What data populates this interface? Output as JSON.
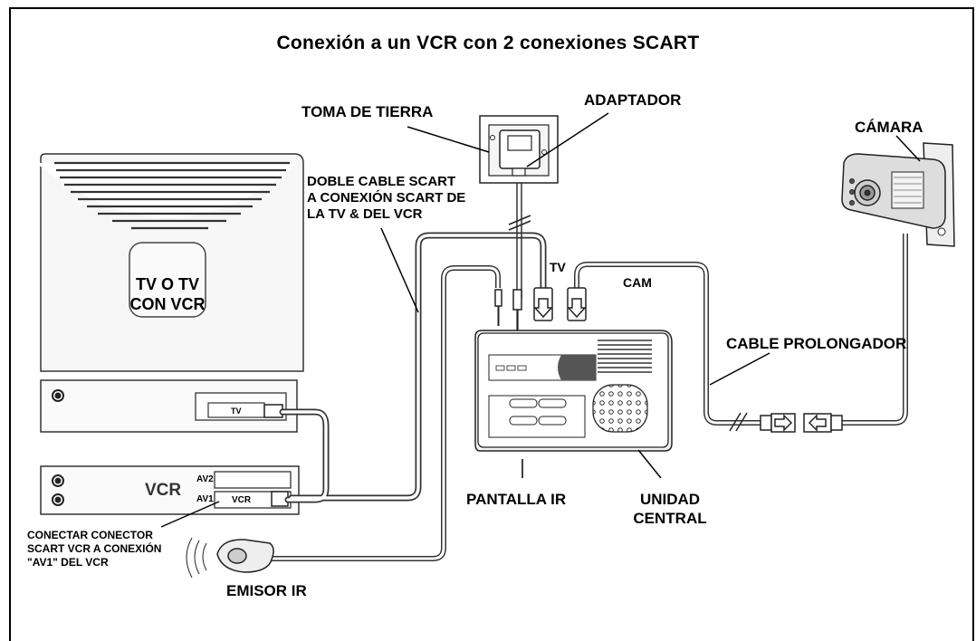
{
  "title": "Conexión a un VCR con 2 conexiones SCART",
  "labels": {
    "toma_de_tierra": "TOMA DE TIERRA",
    "adaptador": "ADAPTADOR",
    "camara": "CÁMARA",
    "doble_cable_1": "DOBLE CABLE SCART",
    "doble_cable_2": "A CONEXIÓN SCART DE",
    "doble_cable_3": "LA TV & DEL VCR",
    "tv_1": "TV O TV",
    "tv_2": "CON VCR",
    "cable_tv": "TV",
    "cable_cam": "CAM",
    "cable_prolongador": "CABLE PROLONGADOR",
    "pantalla_ir": "PANTALLA IR",
    "unidad_1": "UNIDAD",
    "unidad_2": "CENTRAL",
    "emisor_ir": "EMISOR IR",
    "conectar_1": "CONECTAR CONECTOR",
    "conectar_2": "SCART VCR A CONEXIÓN",
    "conectar_3": "\"AV1\" DEL VCR"
  },
  "device_labels": {
    "tv_scart": "TV",
    "vcr_brand": "VCR",
    "vcr_scart": "VCR",
    "av2": "AV2",
    "av1": "AV1"
  }
}
